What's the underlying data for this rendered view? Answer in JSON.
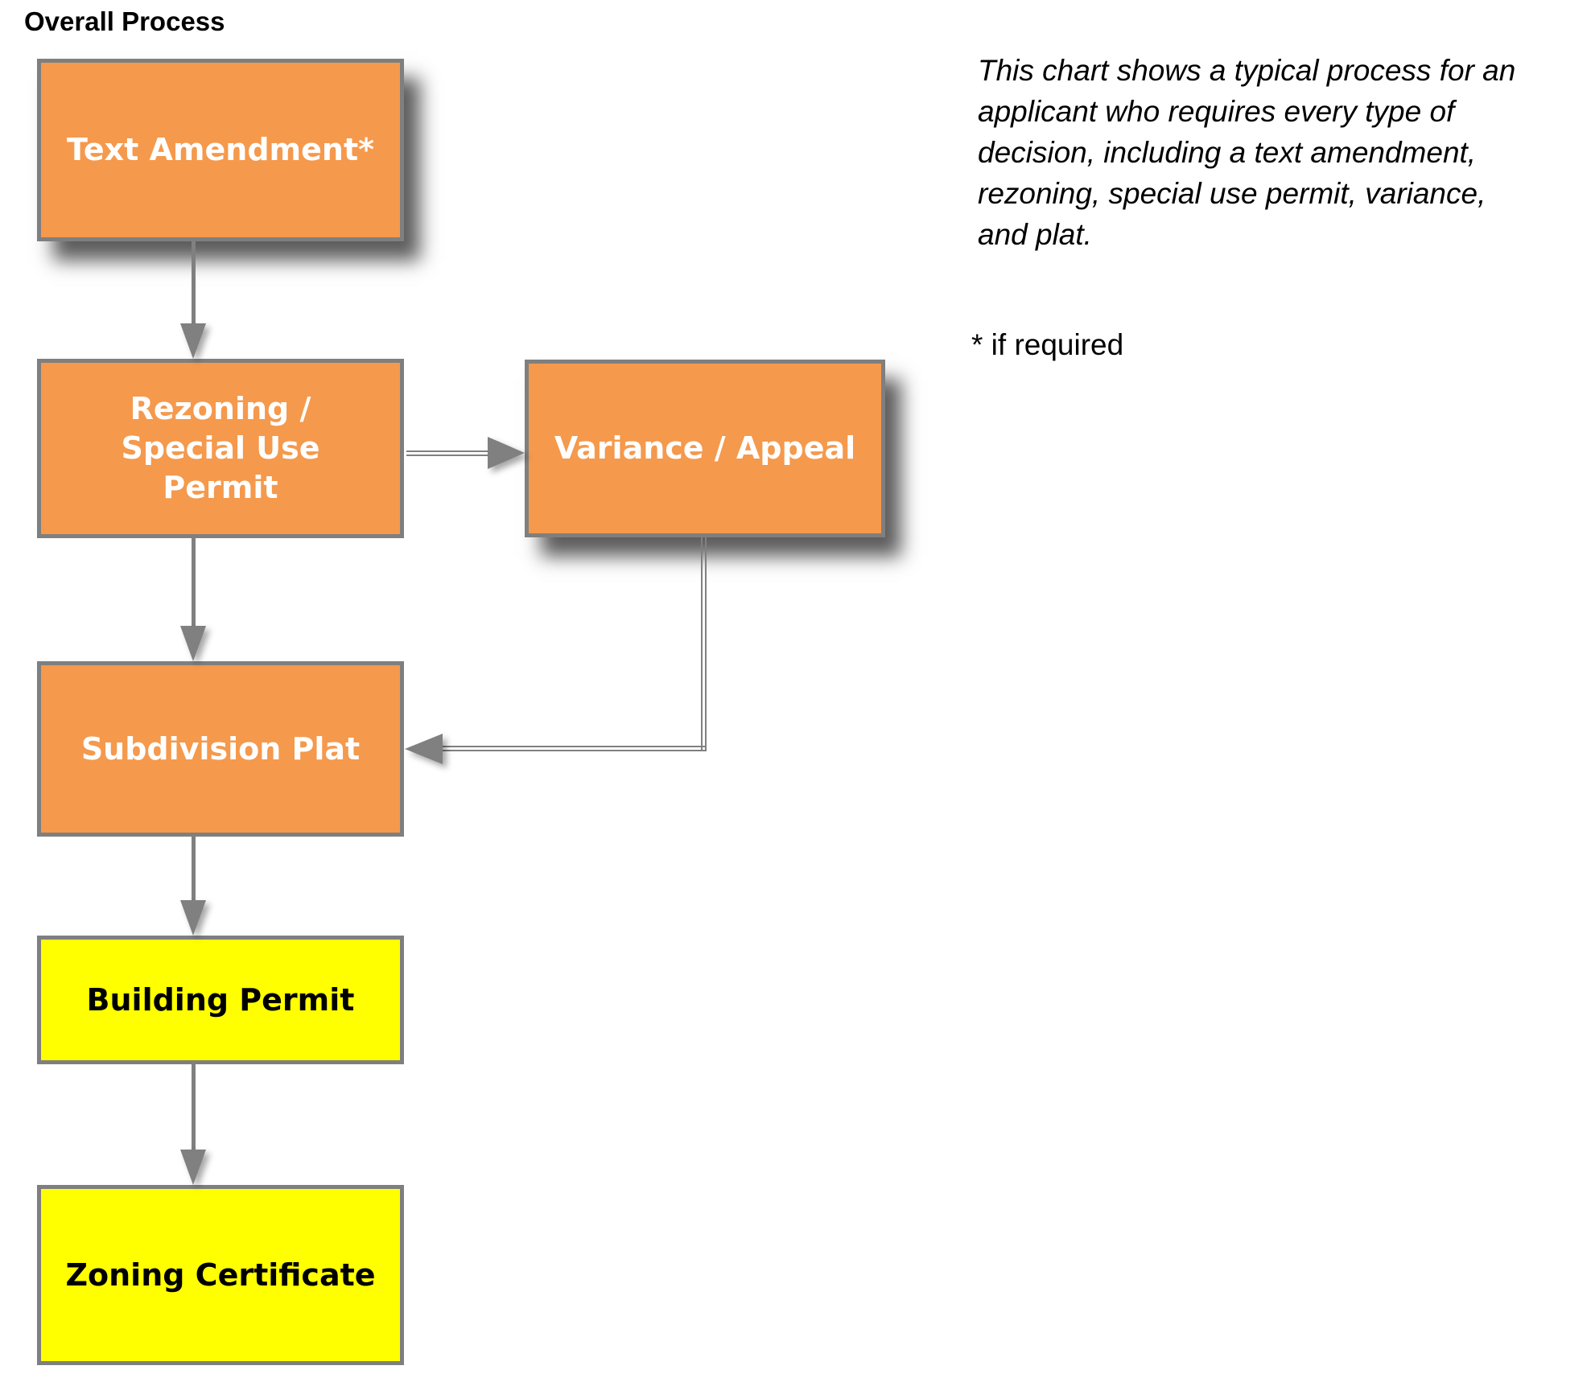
{
  "title": "Overall Process",
  "colors": {
    "orange": "#F5994C",
    "yellow": "#FFFF00",
    "border_gray": "#7F7F7F",
    "arrow_gray": "#808080",
    "orange_label": "#FFFFFF",
    "yellow_label": "#000000"
  },
  "flowchart": {
    "nodes": [
      {
        "id": "text-amendment",
        "label": "Text Amendment*",
        "fill": "orange"
      },
      {
        "id": "rezoning-special-use-permit",
        "label": "Rezoning /\nSpecial Use\nPermit",
        "fill": "orange"
      },
      {
        "id": "variance-appeal",
        "label": "Variance / Appeal",
        "fill": "orange"
      },
      {
        "id": "subdivision-plat",
        "label": "Subdivision Plat",
        "fill": "orange"
      },
      {
        "id": "building-permit",
        "label": "Building Permit",
        "fill": "yellow"
      },
      {
        "id": "zoning-certificate",
        "label": "Zoning Certificate",
        "fill": "yellow"
      }
    ],
    "edges": [
      {
        "from": "text-amendment",
        "to": "rezoning-special-use-permit",
        "style": "solid-arrow"
      },
      {
        "from": "rezoning-special-use-permit",
        "to": "variance-appeal",
        "style": "double-line-arrow"
      },
      {
        "from": "variance-appeal",
        "to": "subdivision-plat",
        "style": "double-line-arrow"
      },
      {
        "from": "rezoning-special-use-permit",
        "to": "subdivision-plat",
        "style": "solid-arrow"
      },
      {
        "from": "subdivision-plat",
        "to": "building-permit",
        "style": "solid-arrow"
      },
      {
        "from": "building-permit",
        "to": "zoning-certificate",
        "style": "solid-arrow"
      }
    ]
  },
  "note": {
    "lines": [
      "This chart shows a typical process for an",
      "applicant who requires every type of",
      "decision, including a text amendment,",
      "rezoning, special use permit, variance,",
      "and plat."
    ]
  },
  "footnote": "* if required"
}
